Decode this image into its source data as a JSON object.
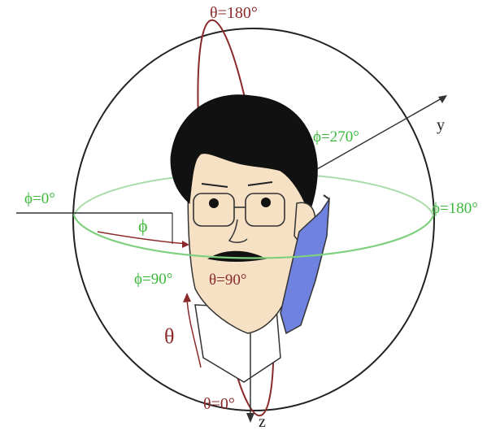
{
  "labels": {
    "theta_top": "θ=180°",
    "theta_bottom": "θ=0°",
    "theta_equator": "θ=90°",
    "theta_symbol": "θ",
    "phi_left": "ϕ=0°",
    "phi_right": "ϕ=180°",
    "phi_upper": "ϕ=270°",
    "phi_lower": "ϕ=90°",
    "phi_symbol": "ϕ",
    "axis_y": "y",
    "axis_z": "z"
  },
  "colors": {
    "sphere_outline": "#222222",
    "equator": "#7fd07f",
    "meridian": "#8b2a2a",
    "phi_text": "#3bb83b",
    "theta_text": "#8b2a2a",
    "skin": "#f6e1c4",
    "hair": "#111111",
    "phone": "#6f82e0"
  },
  "icons": [
    "head-figure",
    "mobile-phone-icon"
  ]
}
